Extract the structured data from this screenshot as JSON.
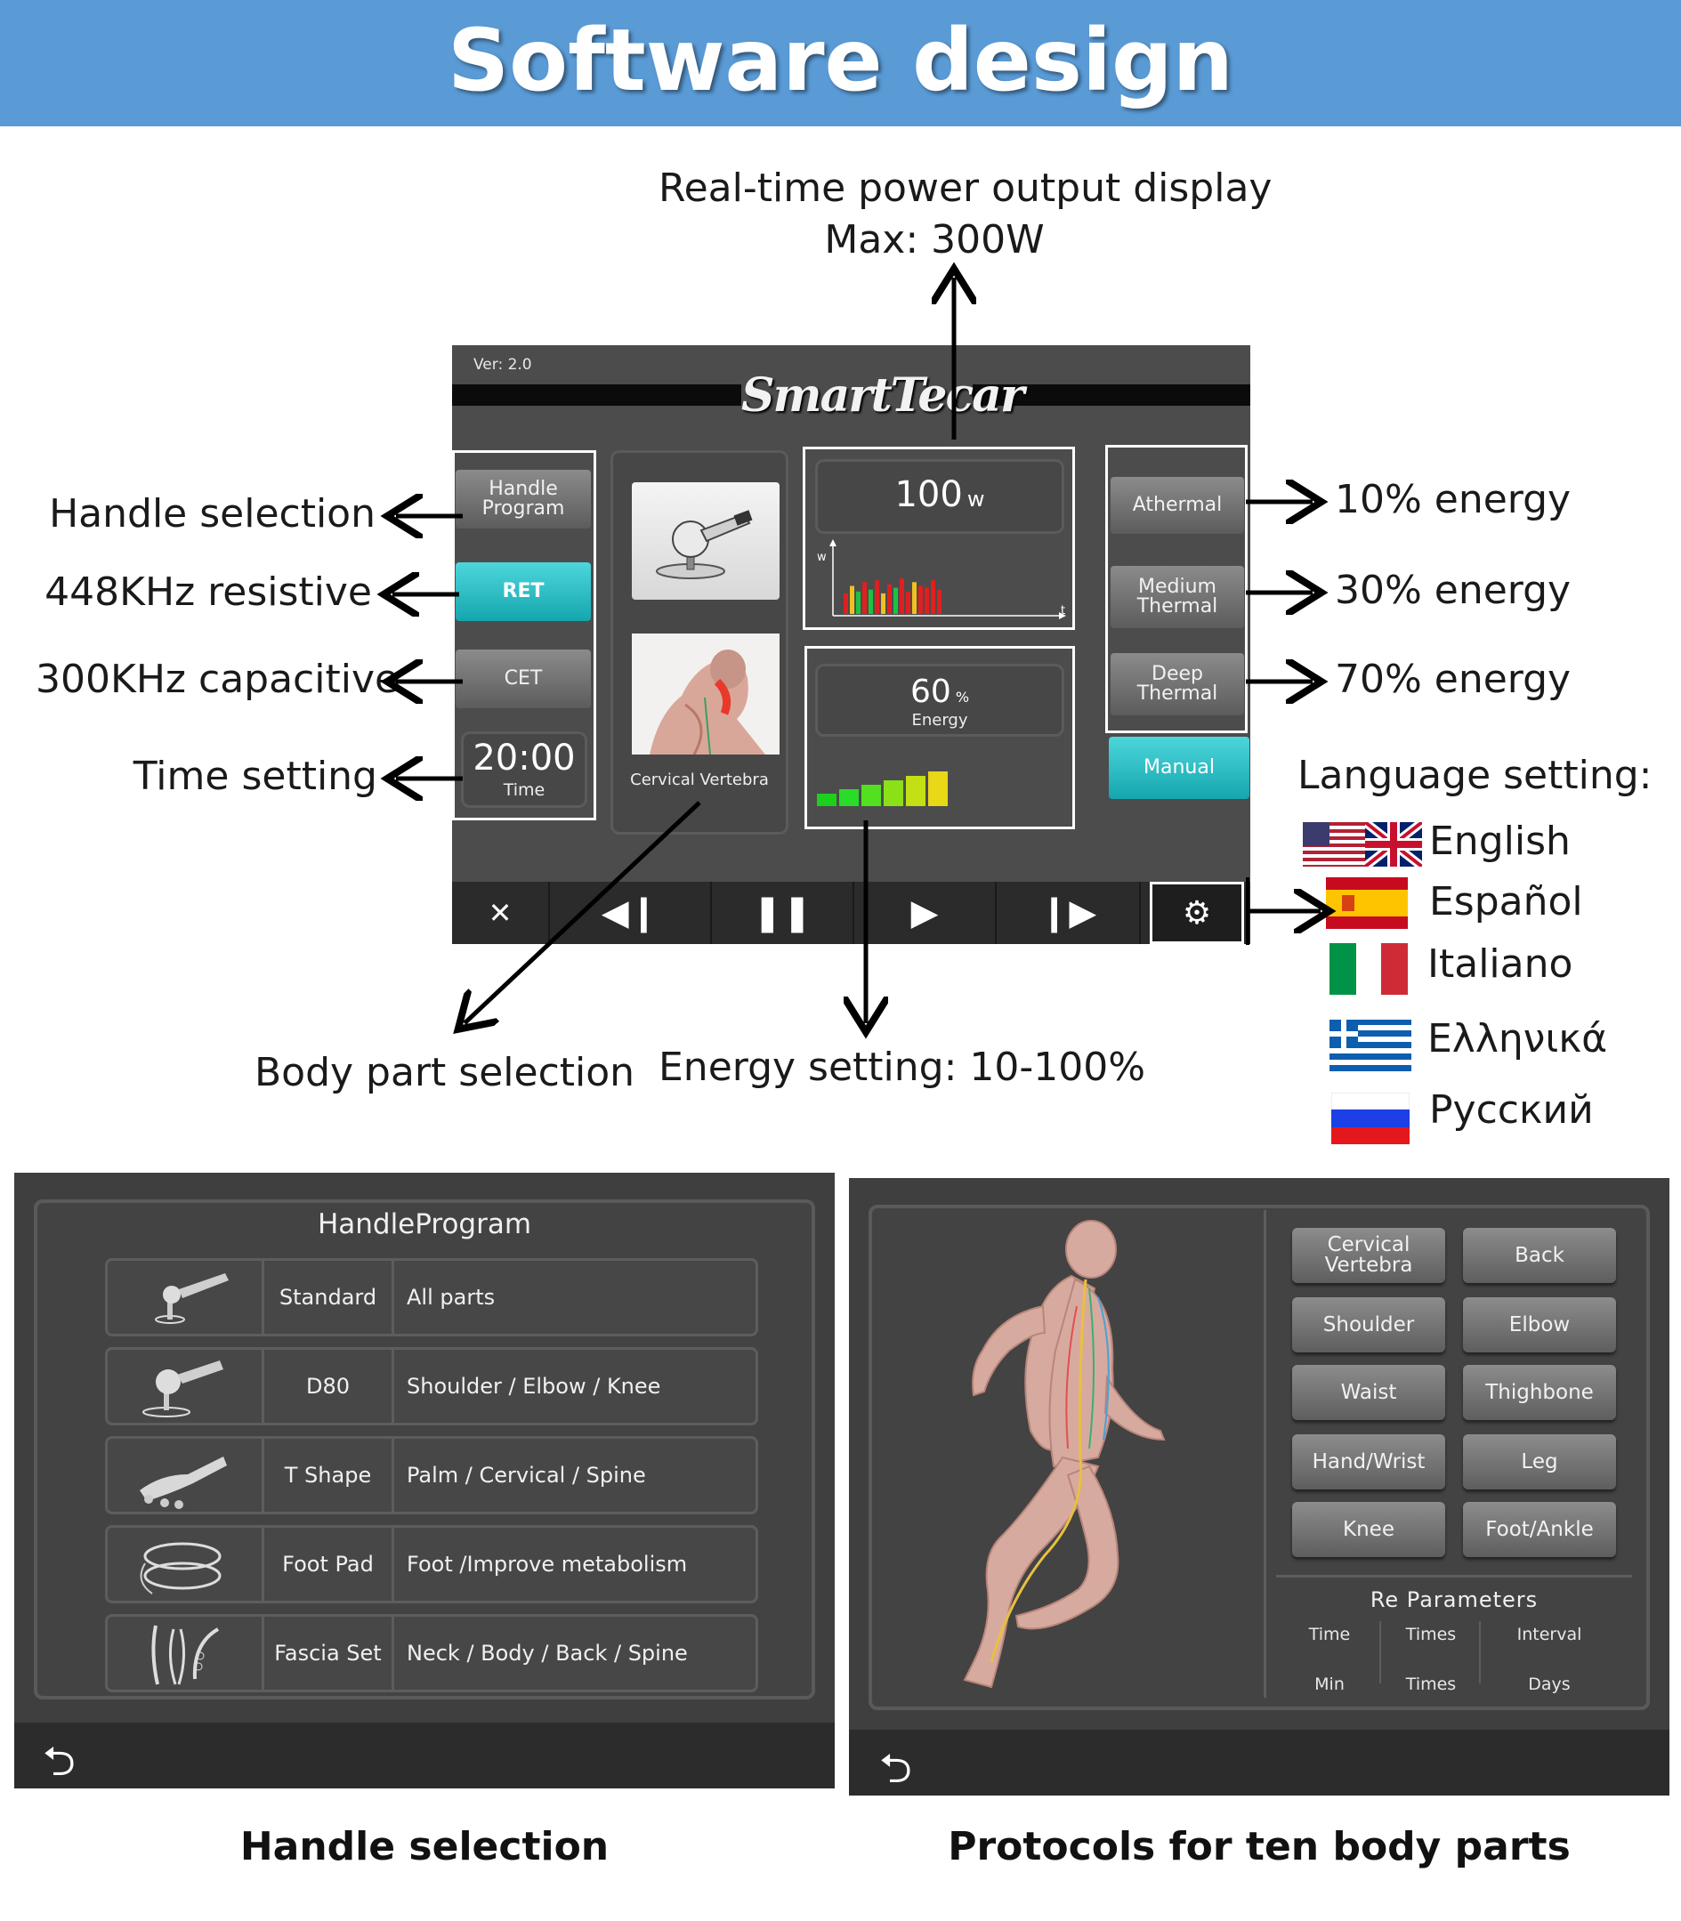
{
  "header": {
    "title": "Software design"
  },
  "top_callout": {
    "line1": "Real-time power output display",
    "line2": "Max: 300W"
  },
  "left_callouts": {
    "handle_selection": "Handle selection",
    "resistive": "448KHz resistive",
    "capacitive": "300KHz capacitive",
    "time_setting": "Time setting"
  },
  "right_callouts": {
    "athermal": "10% energy",
    "medium": "30% energy",
    "deep": "70% energy",
    "language_title": "Language setting:"
  },
  "languages": [
    "English",
    "Español",
    "Italiano",
    "Ελληνικά",
    "Русский"
  ],
  "bottom_callouts": {
    "body_part": "Body part selection",
    "energy": "Energy setting: 10-100%"
  },
  "device": {
    "version": "Ver: 2.0",
    "logo": "SmartTecar",
    "handle_program": "Handle Program",
    "ret": "RET",
    "cet": "CET",
    "time_value": "20:00",
    "time_label": "Time",
    "body_part": "Cervical Vertebra",
    "power_value": "100",
    "power_unit": "w",
    "power_axis_y": "w",
    "power_axis_x": "t",
    "energy_value": "60",
    "energy_unit": "%",
    "energy_label": "Energy",
    "modes": [
      "Athermal",
      "Medium Thermal",
      "Deep Thermal",
      "Manual"
    ]
  },
  "power_bars": [
    0.55,
    0.75,
    0.6,
    0.85,
    0.65,
    0.9,
    0.55,
    0.8,
    0.7,
    0.95,
    0.6,
    0.85,
    0.75,
    0.7,
    0.9,
    0.65
  ],
  "energy_level": {
    "filled": 6,
    "total": 10
  },
  "handle_screen": {
    "title": "HandleProgram",
    "rows": [
      {
        "name": "Standard",
        "use": "All parts"
      },
      {
        "name": "D80",
        "use": "Shoulder / Elbow / Knee"
      },
      {
        "name": "T Shape",
        "use": "Palm / Cervical / Spine"
      },
      {
        "name": "Foot Pad",
        "use": "Foot /Improve metabolism"
      },
      {
        "name": "Fascia Set",
        "use": "Neck / Body / Back / Spine"
      }
    ],
    "caption": "Handle selection"
  },
  "body_screen": {
    "buttons": [
      "Cervical Vertebra",
      "Back",
      "Shoulder",
      "Elbow",
      "Waist",
      "Thighbone",
      "Hand/Wrist",
      "Leg",
      "Knee",
      "Foot/Ankle"
    ],
    "re_title": "Re Parameters",
    "re_labels": [
      "Time",
      "Times",
      "Interval"
    ],
    "re_units": [
      "Min",
      "Times",
      "Days"
    ],
    "caption": "Protocols for ten body parts"
  },
  "colors": {
    "header": "#5a9bd6",
    "teal": "#1fb6bc",
    "screen": "#4c4c4c"
  }
}
